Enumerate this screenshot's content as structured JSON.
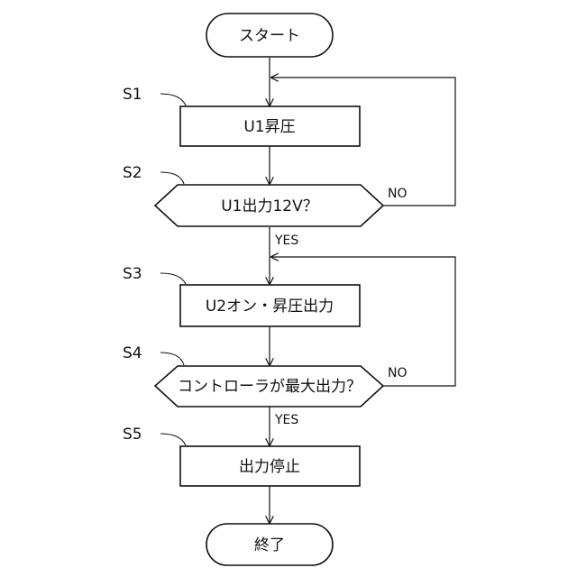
{
  "flowchart": {
    "start": "スタート",
    "end": "終了",
    "steps": [
      {
        "id": "S1",
        "label": "U1昇圧",
        "kind": "process"
      },
      {
        "id": "S2",
        "label": "U1出力12V？",
        "kind": "decision",
        "no": "NO",
        "yes": "YES"
      },
      {
        "id": "S3",
        "label": "U2オン・昇圧出力",
        "kind": "process"
      },
      {
        "id": "S4",
        "label": "コントローラが最大出力？",
        "kind": "decision",
        "no": "NO",
        "yes": "YES"
      },
      {
        "id": "S5",
        "label": "出力停止",
        "kind": "process"
      }
    ]
  }
}
